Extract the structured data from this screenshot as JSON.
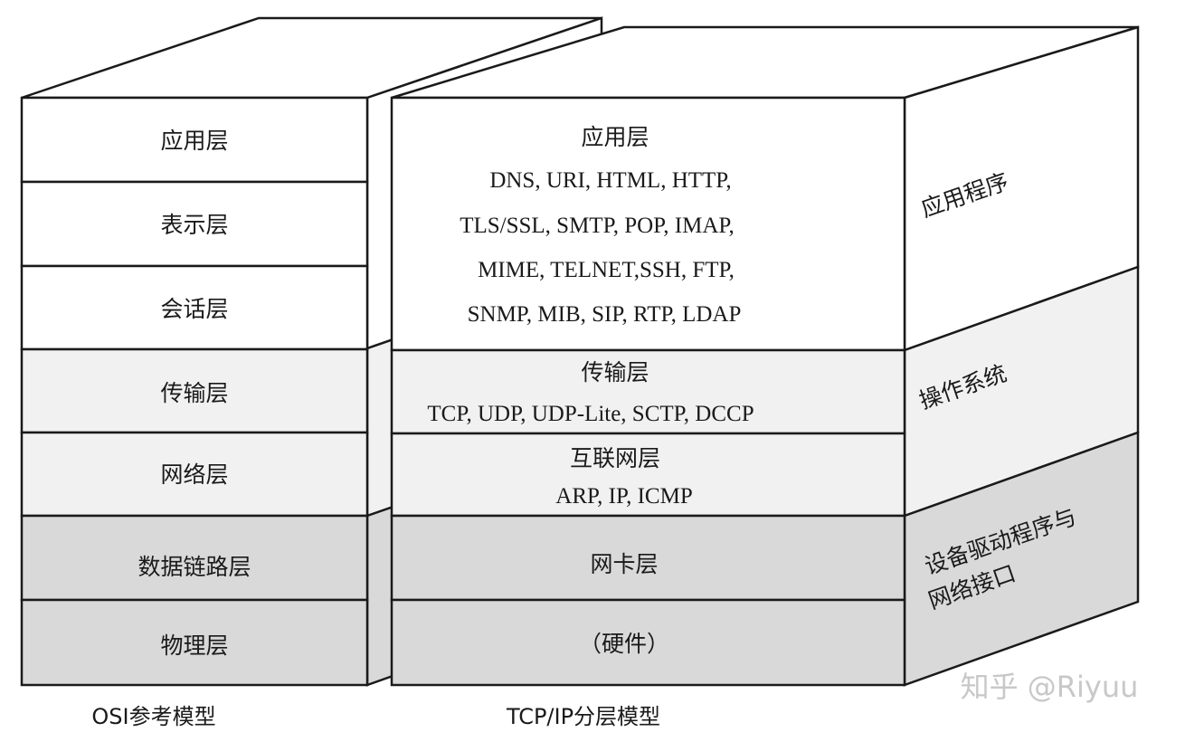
{
  "osi": {
    "caption": "OSI参考模型",
    "layers": [
      "应用层",
      "表示层",
      "会话层",
      "传输层",
      "网络层",
      "数据链路层",
      "物理层"
    ]
  },
  "tcpip": {
    "caption": "TCP/IP分层模型",
    "application": {
      "name": "应用层",
      "protocols": [
        "DNS, URI, HTML, HTTP,",
        "TLS/SSL, SMTP, POP, IMAP,",
        "MIME, TELNET,SSH, FTP,",
        "SNMP, MIB, SIP, RTP, LDAP"
      ]
    },
    "transport": {
      "name": "传输层",
      "protocols": "TCP, UDP, UDP-Lite, SCTP, DCCP"
    },
    "internet": {
      "name": "互联网层",
      "protocols": "ARP, IP, ICMP"
    },
    "link": {
      "name": "网卡层"
    },
    "hardware": {
      "name": "（硬件）"
    }
  },
  "side": {
    "application_program": "应用程序",
    "os": "操作系统",
    "driver_line1": "设备驱动程序与",
    "driver_line2": "网络接口"
  },
  "watermark": "知乎 @Riyuu",
  "colors": {
    "line": "#1a1a1a",
    "upper_fill": "#ffffff",
    "middle_fill": "#f1f1f1",
    "lower_fill": "#d9d9d9"
  }
}
